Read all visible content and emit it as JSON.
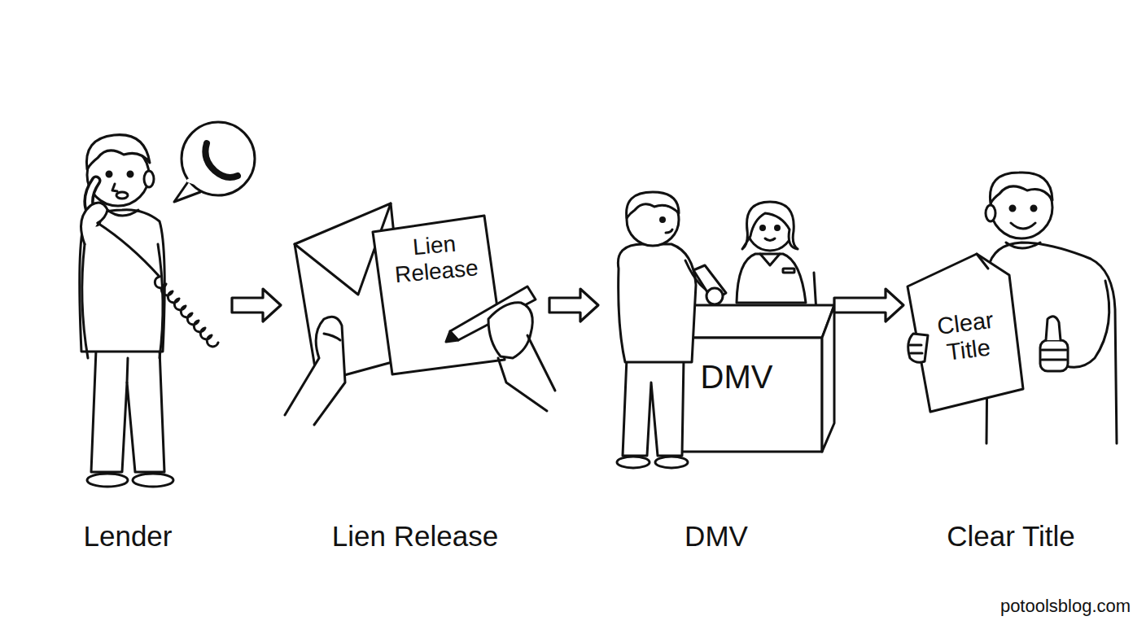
{
  "diagram": {
    "nodes": [
      {
        "text": [
          "Lender"
        ]
      },
      {
        "text": [
          "Lien Release"
        ]
      },
      {
        "text": [
          "DMV"
        ]
      },
      {
        "text": [
          "Clear Title"
        ]
      }
    ],
    "edges": [
      {
        "from": 0,
        "to": 1,
        "arrow": "to"
      },
      {
        "from": 1,
        "to": 2,
        "arrow": "to"
      },
      {
        "from": 2,
        "to": 3,
        "arrow": "to"
      }
    ],
    "labels": [
      "Lien Release",
      "DMV",
      "Clear Title",
      "potoolsblog.com"
    ]
  }
}
